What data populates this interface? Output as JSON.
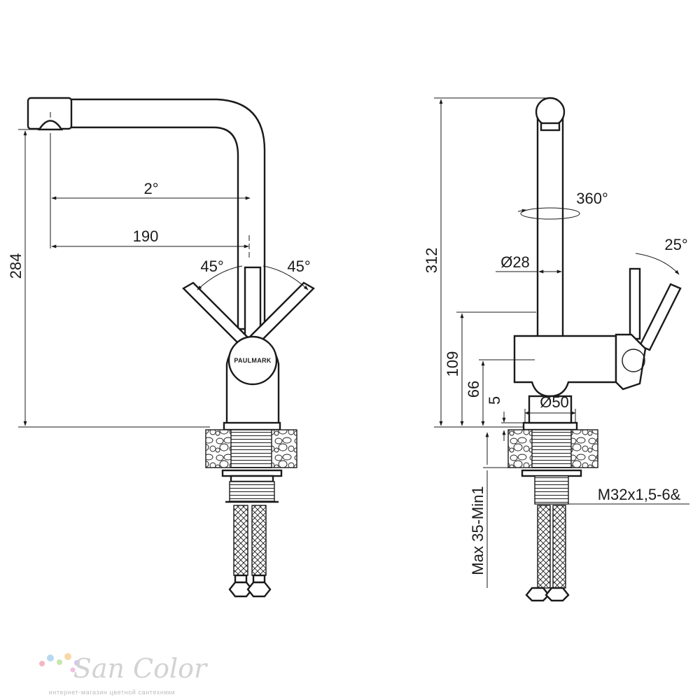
{
  "dimensions": {
    "spout_angle": "2°",
    "spout_reach": "190",
    "lever_left_angle": "45°",
    "lever_right_angle": "45°",
    "total_height_front": "284",
    "total_height_side": "312",
    "rotation": "360°",
    "lever_tilt": "25°",
    "spout_diameter": "Ø28",
    "body_height": "109",
    "body_lower": "66",
    "base_offset": "5",
    "base_diameter": "Ø50",
    "countertop": "Max 35-Min1",
    "thread": "M32x1,5-6&"
  },
  "brand": {
    "logo": "PAULMARK"
  },
  "watermark": {
    "name": "San Color",
    "tagline": "интернет-магазин цветной сантехники",
    "dot_colors": [
      "#f4b6c2",
      "#b8d8f0",
      "#c8e6b0",
      "#f7d9a8",
      "#d8c2ee",
      "#f2c0e0"
    ]
  }
}
